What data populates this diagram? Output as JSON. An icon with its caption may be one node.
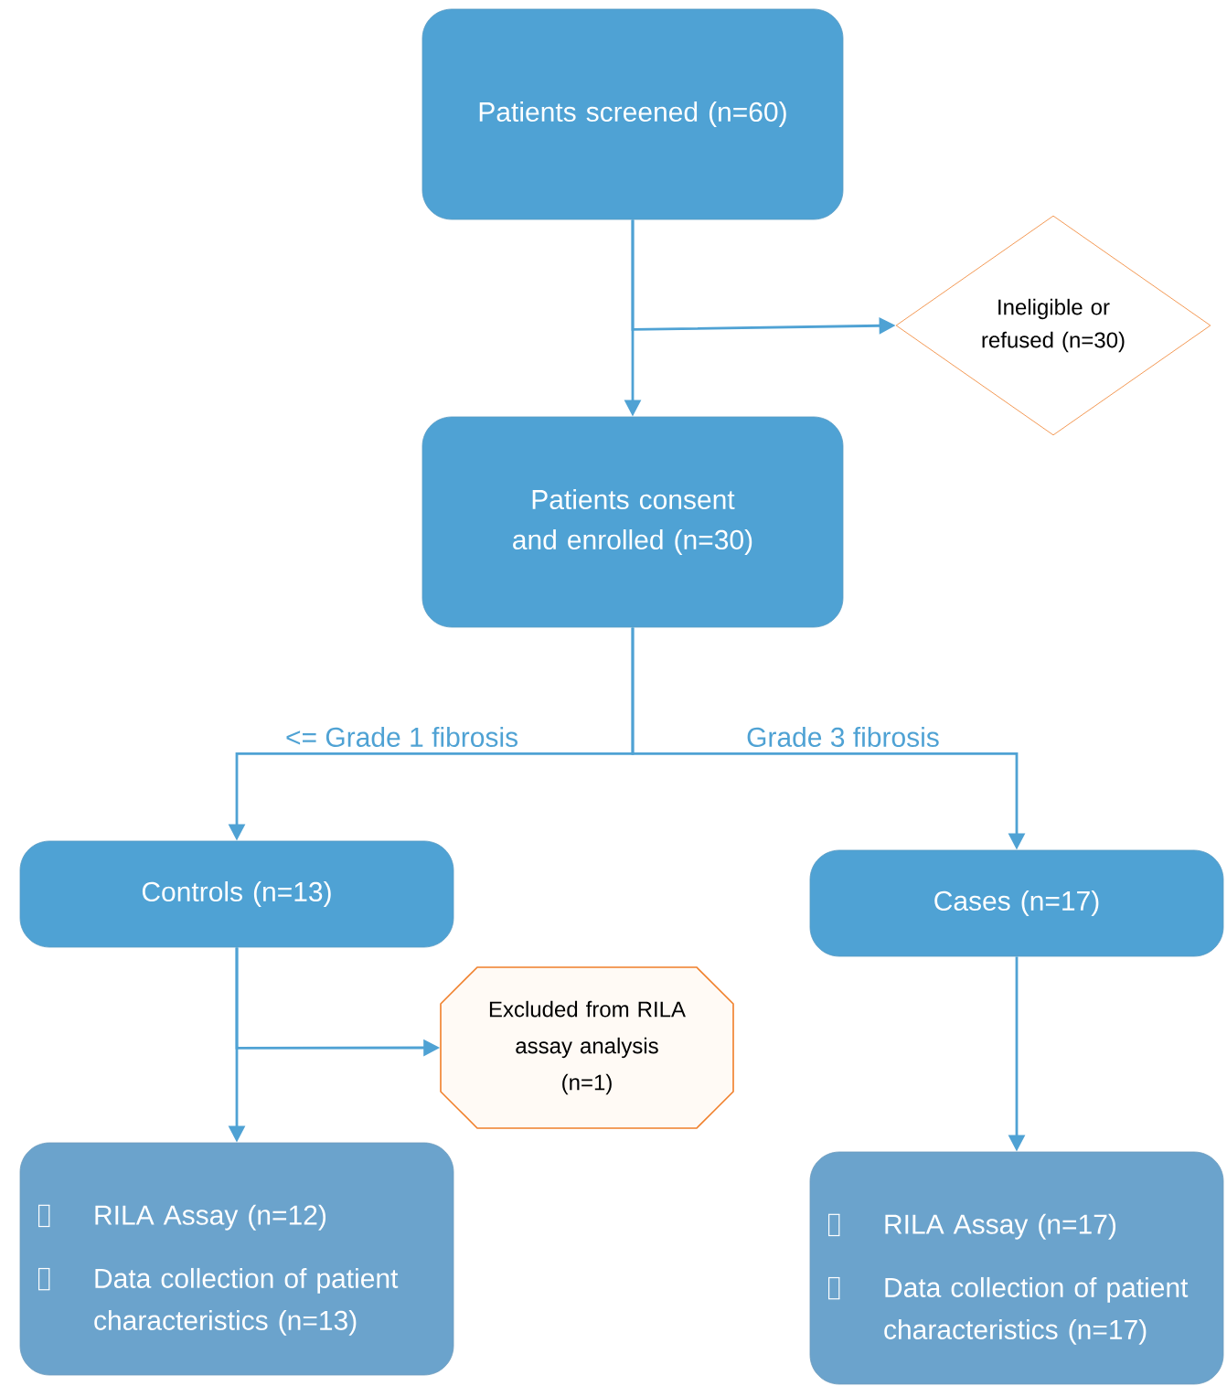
{
  "diagram": {
    "nodes": [
      {
        "text": [
          "Patients screened (n=60)"
        ]
      },
      {
        "text": [
          "Ineligible or refused (n=30)"
        ]
      },
      {
        "text": [
          "Patients consent and enrolled (n=30)"
        ]
      },
      {
        "text": [
          "Controls (n=13)"
        ]
      },
      {
        "text": [
          "Cases (n=17)"
        ]
      },
      {
        "text": [
          "Excluded from RILA assay analysis",
          "(n=1)"
        ]
      },
      {
        "text": [
          "RILA Assay (n=12)",
          "Data collection of patient characteristics (n=13)"
        ]
      },
      {
        "text": [
          "RILA Assay (n=17)",
          "Data collection of patient characteristics (n=17)"
        ]
      }
    ],
    "edges": [
      {
        "from": 0,
        "to": 2,
        "arrow": "to"
      },
      {
        "from": 0,
        "to": 1,
        "arrow": "to"
      },
      {
        "from": 2,
        "to": 3,
        "arrow": "to",
        "label": "<= Grade 1 fibrosis"
      },
      {
        "from": 2,
        "to": 4,
        "arrow": "to",
        "label": "Grade 3 fibrosis"
      },
      {
        "from": 3,
        "to": 5,
        "arrow": "to"
      },
      {
        "from": 3,
        "to": 6,
        "arrow": "to"
      },
      {
        "from": 4,
        "to": 7,
        "arrow": "to"
      }
    ]
  }
}
